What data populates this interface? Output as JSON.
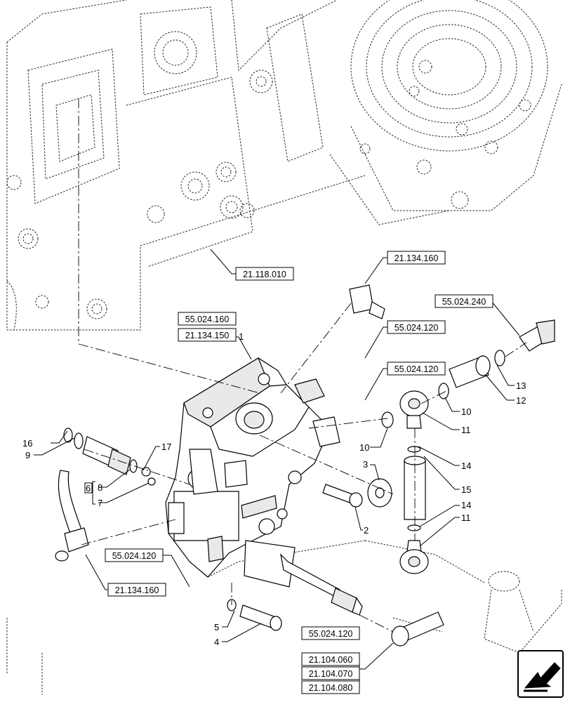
{
  "callouts": {
    "c1": "1",
    "c2": "2",
    "c3": "3",
    "c4": "4",
    "c5": "5",
    "c6": "6",
    "c7": "7",
    "c8": "8",
    "c9": "9",
    "c10a": "10",
    "c10b": "10",
    "c11a": "11",
    "c11b": "11",
    "c12": "12",
    "c13": "13",
    "c14a": "14",
    "c14b": "14",
    "c15": "15",
    "c16": "16",
    "c17": "17"
  },
  "references": {
    "r_21_118_010": "21.118.010",
    "r_21_134_160_top": "21.134.160",
    "r_55_024_240": "55.024.240",
    "r_55_024_160": "55.024.160",
    "r_21_134_150": "21.134.150",
    "r_55_024_120_a": "55.024.120",
    "r_55_024_120_b": "55.024.120",
    "r_55_024_120_c": "55.024.120",
    "r_55_024_120_d": "55.024.120",
    "r_21_134_160_bottom": "21.134.160",
    "r_21_104_060": "21.104.060",
    "r_21_104_070": "21.104.070",
    "r_21_104_080": "21.104.080"
  },
  "nav_icon": "arrow-back-icon"
}
